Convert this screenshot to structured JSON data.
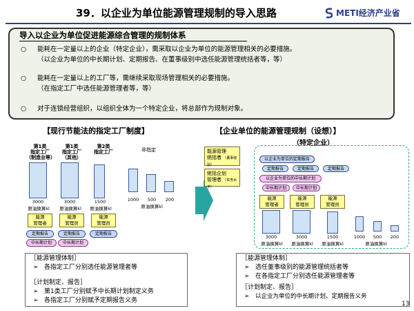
{
  "header": {
    "title": "39．以企业为单位能源管理规制的导入思路",
    "logo_text": "METI经济产业省"
  },
  "intro": {
    "title": "导入以企业为单位促进能源综合管理的规制体系",
    "items": [
      {
        "marker": "○",
        "line1": "能耗在一定量以上的企业（特定企业），需采取以企业为单位的能源管理相关的必要措施。",
        "line2": "（以企业为单位的中长期计划、定期报告、在董事级别中选任能源管理统括者等，等）"
      },
      {
        "marker": "○",
        "line1": "能耗在一定量以上的工厂等，需继续采取现场管理相关的必要措施。",
        "line2": "（在指定工厂中选任能源管理者等，等）"
      },
      {
        "marker": "○",
        "line1": "对于连锁经营组织，以组织全体为一个特定企业，将总部作为规制对象。",
        "line2": ""
      }
    ]
  },
  "left": {
    "title": "【现行节能法的指定工厂制度】",
    "col1_label": "第1类\n指定工厂\n（制造业等）",
    "col2_label": "第1类\n指定工厂\n（其他）",
    "col3_label": "第2类\n指定工厂",
    "nondesignated_label": "非指定",
    "bar_num_1": "3000",
    "bar_num_2": "3000",
    "bar_num_3": "1500",
    "base_1": "原油换算kl",
    "base_2": "原油换算kl",
    "base_3": "原油换算kl",
    "small_nums": [
      "1000",
      "500",
      "200"
    ],
    "small_base": "原油换算kl",
    "mgr_1": "能源\n管理者",
    "mgr_2": "能源\n管理员",
    "mgr_3": "能源\n管理员",
    "oval_report": "定期报告",
    "oval_plan": "中长期计划",
    "box": {
      "h1": "［能源管理体制］",
      "l1": "各指定工厂分别选任能源管理者等",
      "h2": "［计划制定、报告］",
      "l2": "第1类工厂分别赋予中长期计划制定义务",
      "l3": "各指定工厂分别赋予定期报告义务"
    }
  },
  "right": {
    "title": "【企业单位的能源管理规制（设想）】",
    "subtitle": "（特定企业）",
    "side_1": "能源管理\n统括者",
    "side_1_sub": "（董事级别）",
    "side_2": "统括企划\n管理者",
    "side_2_sub": "（实务水平）",
    "oval_company_report": "以企业为单位的定期报告",
    "oval_company_plan": "以企业为单位的中长期计划",
    "oval_report": "定期报告",
    "oval_plan": "中长期计划",
    "bar_num_1": "3000",
    "bar_num_2": "3000",
    "bar_num_3": "1500",
    "base_1": "原油换算kl",
    "base_2": "原油换算kl",
    "base_3": "原油换算kl",
    "small_nums": [
      "1000",
      "500",
      "200"
    ],
    "small_base": "原油换算kl",
    "mgr_1": "能源\n管理者",
    "mgr_2": "能源\n管理员",
    "mgr_3": "能源\n管理员",
    "box": {
      "h1": "［能源管理体制］",
      "l1": "选任董事级别的能源管理统括者等",
      "l2": "在各指定工厂分别选任能源管理者等",
      "h2": "［计划制定、报告］",
      "l3": "以企业为单位的中长期计划、定期报告义务"
    }
  },
  "page_number": "13",
  "colors": {
    "accent": "#2c3f8c",
    "bar": "#cfe2f6",
    "mgr": "#ffff99",
    "arrow": "#2aa4a0"
  }
}
